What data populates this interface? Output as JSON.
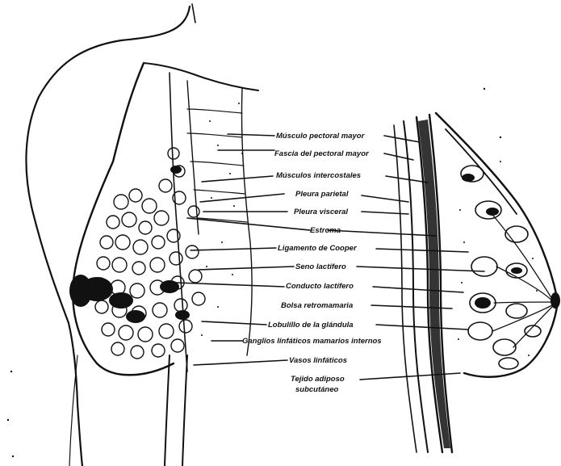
{
  "labels": {
    "musculo_pectoral_mayor": "Músculo pectoral mayor",
    "fascia_pectoral_mayor": "Fascia del pectoral mayor",
    "musculos_intercostales": "Músculos intercostales",
    "pleura_parietal": "Pleura parietal",
    "pleura_visceral": "Pleura visceral",
    "estroma": "Estroma",
    "ligamento_cooper": "Ligamento de Cooper",
    "seno_lactifero": "Seno lactífero",
    "conducto_lactifero": "Conducto lactífero",
    "bolsa_retromamaria": "Bolsa retromamaria",
    "lobulillo_glandula": "Lobulillo de la glándula",
    "ganglios_linfaticos": "Ganglios linfáticos mamarios internos",
    "vasos_linfaticos": "Vasos linfáticos",
    "tejido_adiposo_1": "Tejido adiposo",
    "tejido_adiposo_2": "subcutáneo"
  }
}
